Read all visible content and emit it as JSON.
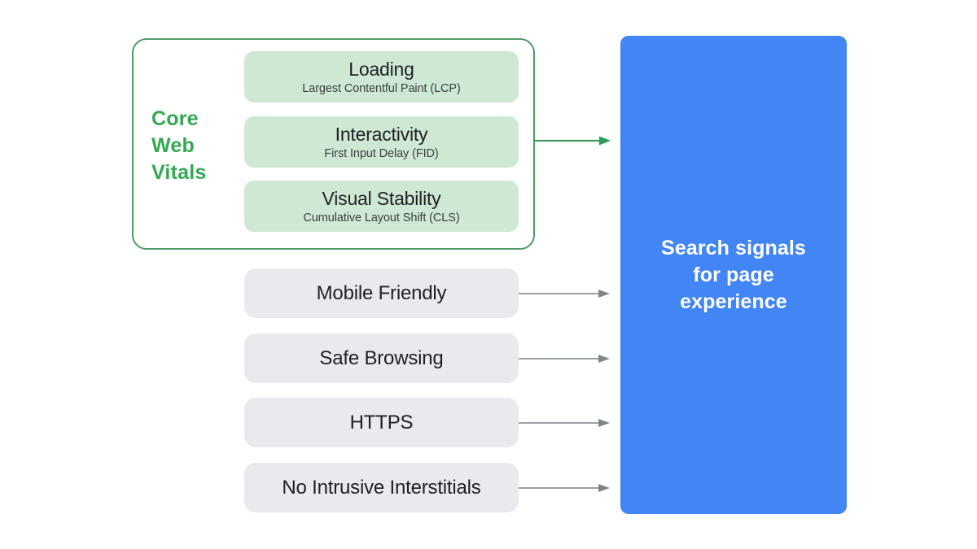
{
  "diagram": {
    "title": "Search signals for page experience",
    "colors": {
      "accent_green": "#34A853",
      "group_border_green": "#4E9C66",
      "card_green": "#CEE8D3",
      "card_gray": "#E8EAED",
      "panel_blue": "#4285F4",
      "arrow_gray": "#9AA0A6",
      "arrow_green": "#34A853",
      "background": "#FFFFFF"
    }
  },
  "core_web_vitals": {
    "label_lines": [
      "Core",
      "Web",
      "Vitals"
    ],
    "label_text": "Core Web Vitals",
    "metrics": [
      {
        "title": "Loading",
        "subtitle": "Largest Contentful Paint (LCP)"
      },
      {
        "title": "Interactivity",
        "subtitle": "First Input Delay (FID)"
      },
      {
        "title": "Visual Stability",
        "subtitle": "Cumulative Layout Shift (CLS)"
      }
    ],
    "arrow": {
      "name": "core-web-vitals-arrow",
      "color": "#34A853"
    }
  },
  "other_signals": [
    {
      "title": "Mobile Friendly"
    },
    {
      "title": "Safe Browsing"
    },
    {
      "title": "HTTPS"
    },
    {
      "title": "No Intrusive Interstitials"
    }
  ],
  "output_panel": {
    "lines": [
      "Search signals",
      "for page",
      "experience"
    ],
    "text": "Search signals for page experience"
  }
}
